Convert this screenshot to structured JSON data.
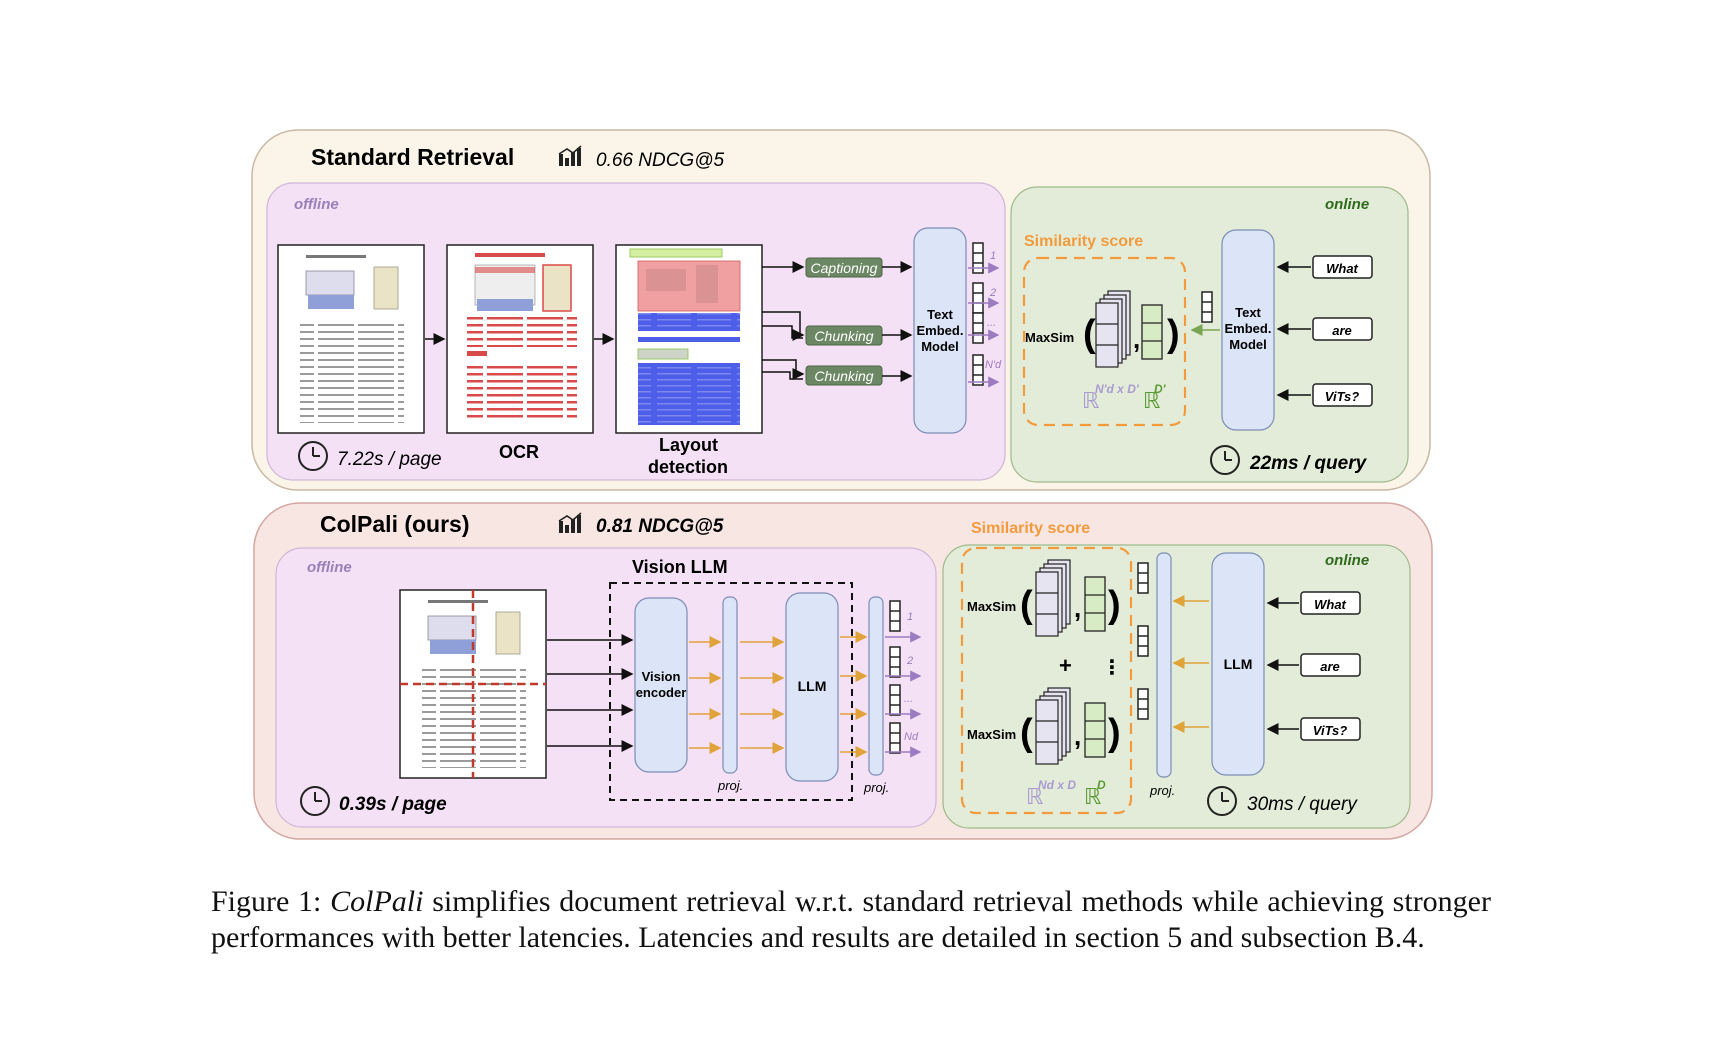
{
  "standard": {
    "title": "Standard Retrieval",
    "score": "0.66 NDCG@5",
    "offline_label": "offline",
    "online_label": "online",
    "offline_time": "7.22s / page",
    "online_time": "22ms / query",
    "ocr_label": "OCR",
    "layout_label_1": "Layout",
    "layout_label_2": "detection",
    "captioning": "Captioning",
    "chunking": "Chunking",
    "text_embed_1": "Text",
    "text_embed_2": "Embed.",
    "text_embed_3": "Model",
    "similarity": "Similarity score",
    "maxsim": "MaxSim",
    "dim_doc": "N'd x D'",
    "dim_query": "D'",
    "real": "ℝ",
    "vec_idx": [
      "1",
      "2",
      "...",
      "N'd"
    ],
    "query_tokens": [
      "What",
      "are",
      "ViTs?"
    ]
  },
  "colpali": {
    "title": "ColPali (ours)",
    "score": "0.81 NDCG@5",
    "offline_label": "offline",
    "online_label": "online",
    "offline_time": "0.39s / page",
    "online_time": "30ms / query",
    "vision_llm": "Vision LLM",
    "vision_encoder_1": "Vision",
    "vision_encoder_2": "encoder",
    "llm": "LLM",
    "proj": "proj.",
    "similarity": "Similarity score",
    "maxsim": "MaxSim",
    "plus": "+",
    "dots": "⋮",
    "dim_doc": "Nd x D",
    "dim_query": "D",
    "real": "ℝ",
    "vec_idx": [
      "1",
      "2",
      "...",
      "Nd"
    ],
    "query_tokens": [
      "What",
      "are",
      "ViTs?"
    ]
  },
  "caption": {
    "prefix": "Figure 1: ",
    "name": "ColPali",
    "text": " simplifies document retrieval w.r.t. standard retrieval methods while achieving stronger performances with better latencies. Latencies and results are detailed in section 5 and subsection B.4."
  },
  "colors": {
    "outer_top": "#fbf4e8",
    "outer_bottom": "#f8e6e3",
    "offline_bg": "#f5e1f5",
    "online_bg": "#e3ecd9",
    "model_bg": "#dbe5f7",
    "chunk_bg": "#6c8763",
    "orange": "#f39a3c",
    "purple_arrow": "#9b7cc0",
    "green_arrow": "#7aa653",
    "online_text": "#2f6b1c",
    "offline_text": "#9a80b8"
  }
}
